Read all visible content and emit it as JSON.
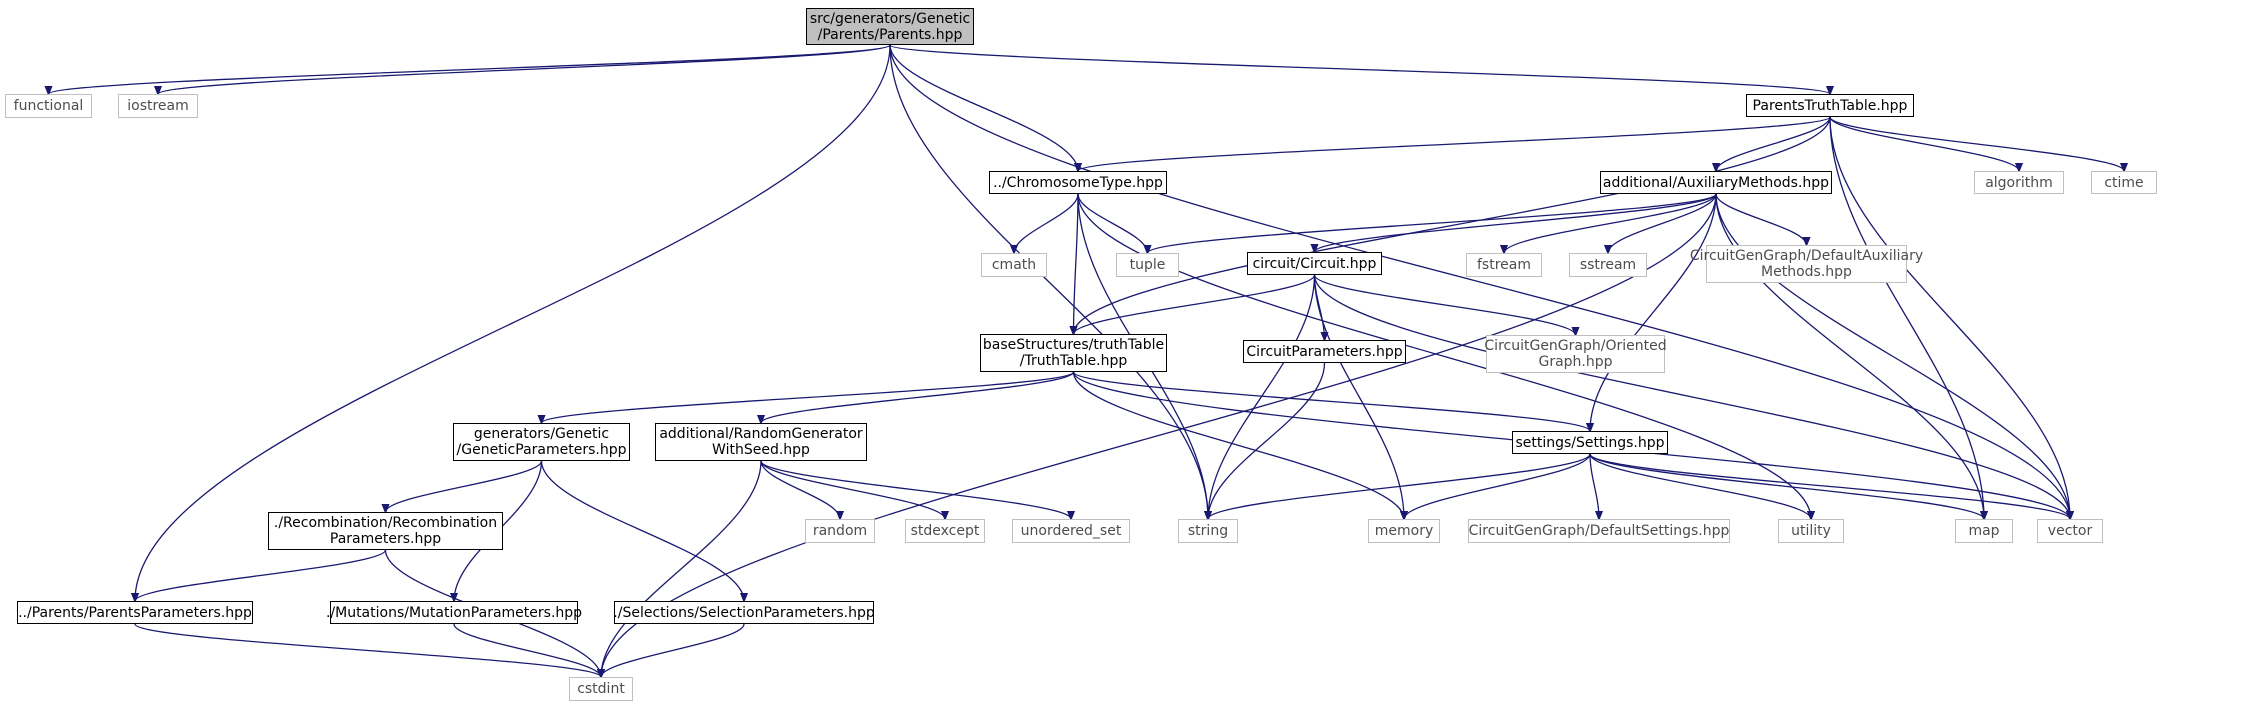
{
  "colors": {
    "edge": "#191970",
    "doc_border": "#000000",
    "sys_border": "#bfbfbf",
    "root_fill": "#bfbfbf",
    "sys_text": "#4d4d4d"
  },
  "nodes": [
    {
      "id": "root",
      "kind": "root",
      "lines": [
        "src/generators/Genetic",
        "/Parents/Parents.hpp"
      ]
    },
    {
      "id": "functional",
      "kind": "sys",
      "lines": [
        "functional"
      ]
    },
    {
      "id": "iostream",
      "kind": "sys",
      "lines": [
        "iostream"
      ]
    },
    {
      "id": "parentsTT",
      "kind": "doc",
      "lines": [
        "ParentsTruthTable.hpp"
      ]
    },
    {
      "id": "chrom",
      "kind": "doc",
      "lines": [
        "../ChromosomeType.hpp"
      ]
    },
    {
      "id": "aux",
      "kind": "doc",
      "lines": [
        "additional/AuxiliaryMethods.hpp"
      ]
    },
    {
      "id": "algorithm",
      "kind": "sys",
      "lines": [
        "algorithm"
      ]
    },
    {
      "id": "ctime",
      "kind": "sys",
      "lines": [
        "ctime"
      ]
    },
    {
      "id": "cmath",
      "kind": "sys",
      "lines": [
        "cmath"
      ]
    },
    {
      "id": "tuple",
      "kind": "sys",
      "lines": [
        "tuple"
      ]
    },
    {
      "id": "circuit",
      "kind": "doc",
      "lines": [
        "circuit/Circuit.hpp"
      ]
    },
    {
      "id": "fstream",
      "kind": "sys",
      "lines": [
        "fstream"
      ]
    },
    {
      "id": "sstream",
      "kind": "sys",
      "lines": [
        "sstream"
      ]
    },
    {
      "id": "defAux",
      "kind": "sys",
      "lines": [
        "CircuitGenGraph/DefaultAuxiliary",
        "Methods.hpp"
      ]
    },
    {
      "id": "truthTable",
      "kind": "doc",
      "lines": [
        "baseStructures/truthTable",
        "/TruthTable.hpp"
      ]
    },
    {
      "id": "circParams",
      "kind": "doc",
      "lines": [
        "CircuitParameters.hpp"
      ]
    },
    {
      "id": "oriented",
      "kind": "sys",
      "lines": [
        "CircuitGenGraph/Oriented",
        "Graph.hpp"
      ]
    },
    {
      "id": "genParams",
      "kind": "doc",
      "lines": [
        "generators/Genetic",
        "/GeneticParameters.hpp"
      ]
    },
    {
      "id": "randGen",
      "kind": "doc",
      "lines": [
        "additional/RandomGenerator",
        "WithSeed.hpp"
      ]
    },
    {
      "id": "settings",
      "kind": "doc",
      "lines": [
        "settings/Settings.hpp"
      ]
    },
    {
      "id": "recomb",
      "kind": "doc",
      "lines": [
        "./Recombination/Recombination",
        "Parameters.hpp"
      ]
    },
    {
      "id": "random",
      "kind": "sys",
      "lines": [
        "random"
      ]
    },
    {
      "id": "stdexcept",
      "kind": "sys",
      "lines": [
        "stdexcept"
      ]
    },
    {
      "id": "unordered",
      "kind": "sys",
      "lines": [
        "unordered_set"
      ]
    },
    {
      "id": "string",
      "kind": "sys",
      "lines": [
        "string"
      ]
    },
    {
      "id": "memory",
      "kind": "sys",
      "lines": [
        "memory"
      ]
    },
    {
      "id": "defSettings",
      "kind": "sys",
      "lines": [
        "CircuitGenGraph/DefaultSettings.hpp"
      ]
    },
    {
      "id": "utility",
      "kind": "sys",
      "lines": [
        "utility"
      ]
    },
    {
      "id": "map",
      "kind": "sys",
      "lines": [
        "map"
      ]
    },
    {
      "id": "vector",
      "kind": "sys",
      "lines": [
        "vector"
      ]
    },
    {
      "id": "parentsParams",
      "kind": "doc",
      "lines": [
        "../Parents/ParentsParameters.hpp"
      ]
    },
    {
      "id": "mutation",
      "kind": "doc",
      "lines": [
        "./Mutations/MutationParameters.hpp"
      ]
    },
    {
      "id": "selection",
      "kind": "doc",
      "lines": [
        "./Selections/SelectionParameters.hpp"
      ]
    },
    {
      "id": "cstdint",
      "kind": "sys",
      "lines": [
        "cstdint"
      ]
    }
  ],
  "edges": [
    [
      "root",
      "functional"
    ],
    [
      "root",
      "iostream"
    ],
    [
      "root",
      "parentsParams"
    ],
    [
      "root",
      "string"
    ],
    [
      "root",
      "chrom"
    ],
    [
      "root",
      "parentsTT"
    ],
    [
      "root",
      "vector"
    ],
    [
      "parentsTT",
      "chrom"
    ],
    [
      "parentsTT",
      "truthTable"
    ],
    [
      "parentsTT",
      "aux"
    ],
    [
      "parentsTT",
      "algorithm"
    ],
    [
      "parentsTT",
      "ctime"
    ],
    [
      "parentsTT",
      "map"
    ],
    [
      "parentsTT",
      "vector"
    ],
    [
      "chrom",
      "cmath"
    ],
    [
      "chrom",
      "tuple"
    ],
    [
      "chrom",
      "truthTable"
    ],
    [
      "chrom",
      "string"
    ],
    [
      "chrom",
      "utility"
    ],
    [
      "aux",
      "tuple"
    ],
    [
      "aux",
      "circuit"
    ],
    [
      "aux",
      "fstream"
    ],
    [
      "aux",
      "sstream"
    ],
    [
      "aux",
      "defAux"
    ],
    [
      "aux",
      "settings"
    ],
    [
      "aux",
      "map"
    ],
    [
      "aux",
      "vector"
    ],
    [
      "aux",
      "cstdint"
    ],
    [
      "circuit",
      "truthTable"
    ],
    [
      "circuit",
      "circParams"
    ],
    [
      "circuit",
      "oriented"
    ],
    [
      "circuit",
      "string"
    ],
    [
      "circuit",
      "memory"
    ],
    [
      "circuit",
      "vector"
    ],
    [
      "circParams",
      "string"
    ],
    [
      "truthTable",
      "genParams"
    ],
    [
      "truthTable",
      "randGen"
    ],
    [
      "truthTable",
      "settings"
    ],
    [
      "truthTable",
      "memory"
    ],
    [
      "truthTable",
      "vector"
    ],
    [
      "genParams",
      "recomb"
    ],
    [
      "genParams",
      "mutation"
    ],
    [
      "genParams",
      "selection"
    ],
    [
      "recomb",
      "parentsParams"
    ],
    [
      "recomb",
      "cstdint"
    ],
    [
      "randGen",
      "random"
    ],
    [
      "randGen",
      "stdexcept"
    ],
    [
      "randGen",
      "unordered"
    ],
    [
      "randGen",
      "cstdint"
    ],
    [
      "settings",
      "string"
    ],
    [
      "settings",
      "memory"
    ],
    [
      "settings",
      "defSettings"
    ],
    [
      "settings",
      "utility"
    ],
    [
      "settings",
      "map"
    ],
    [
      "settings",
      "vector"
    ],
    [
      "parentsParams",
      "cstdint"
    ],
    [
      "mutation",
      "cstdint"
    ],
    [
      "selection",
      "cstdint"
    ]
  ]
}
